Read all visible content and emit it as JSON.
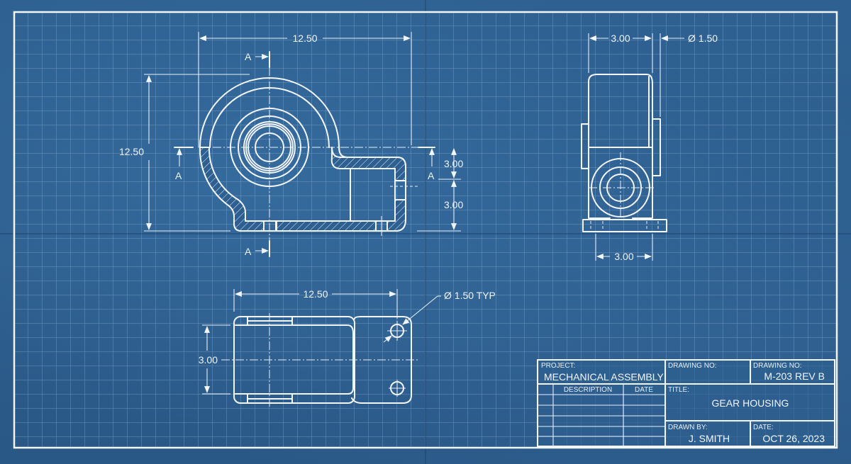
{
  "colors": {
    "paper": "#2d5f90",
    "line": "#f2f6fb",
    "grid": "#8fb3d6"
  },
  "front_view": {
    "width_dim": "12.50",
    "height_dim": "12.50",
    "section_label_top": "A",
    "section_label_bottom": "A",
    "section_label_left": "A",
    "section_label_right": "A",
    "upper_step_dim": "3.00",
    "lower_step_dim": "3.00"
  },
  "side_view": {
    "width_dim_top": "3.00",
    "diameter_dim": "Ø 1.50",
    "width_dim_bottom": "3.00"
  },
  "top_view": {
    "length_dim": "12.50",
    "height_dim": "3.00",
    "hole_callout": "Ø 1.50 TYP"
  },
  "title_block": {
    "project_label": "PROJECT:",
    "project_value": "MECHANICAL ASSEMBLY",
    "revision_headers": {
      "description": "DESCRIPTION",
      "date": "DATE"
    },
    "drawing_no_label_left": "DRAWING NO:",
    "drawing_no_label_right": "DRAWING NO:",
    "drawing_no_value": "M-203 REV B",
    "title_label": "TITLE:",
    "title_value": "GEAR HOUSING",
    "drawn_by_label": "DRAWN BY:",
    "drawn_by_value": "J. SMITH",
    "date_label": "DATE:",
    "date_value": "OCT 26, 2023"
  }
}
